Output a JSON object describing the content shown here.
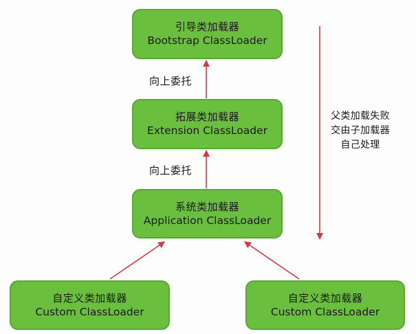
{
  "boxes": {
    "bootstrap": {
      "zh": "引导类加载器",
      "en": "Bootstrap ClassLoader"
    },
    "extension": {
      "zh": "拓展类加载器",
      "en": "Extension ClassLoader"
    },
    "application": {
      "zh": "系统类加载器",
      "en": "Application ClassLoader"
    },
    "custom_left": {
      "zh": "自定义类加载器",
      "en": "Custom ClassLoader"
    },
    "custom_right": {
      "zh": "自定义类加载器",
      "en": "Custom ClassLoader"
    }
  },
  "labels": {
    "delegate_up_1": "向上委托",
    "delegate_up_2": "向上委托"
  },
  "side_note": {
    "lines": [
      "父类加载失败",
      "交由子加载器",
      "自己处理"
    ]
  },
  "colors": {
    "box_fill": "#6abf3e",
    "arrow": "#d9363e"
  }
}
